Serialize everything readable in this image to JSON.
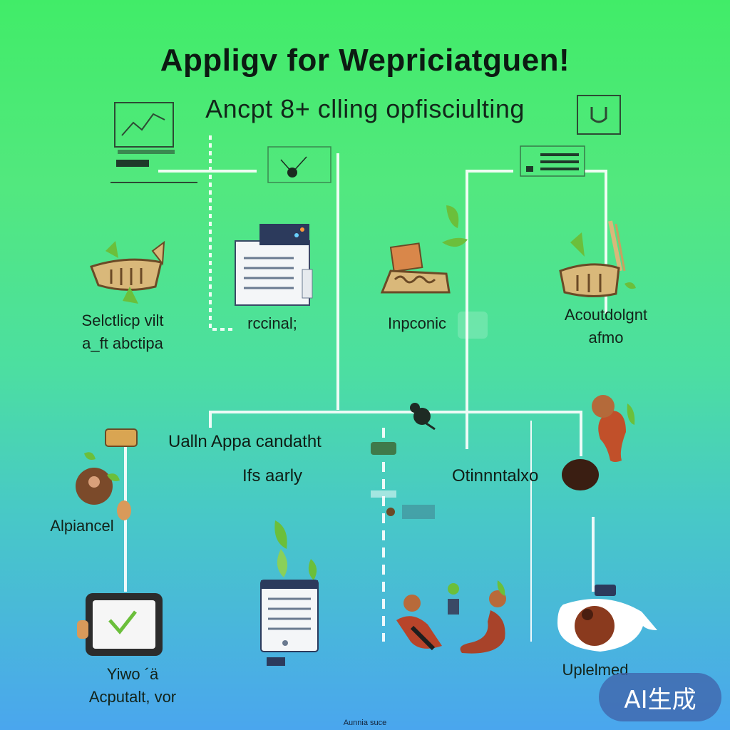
{
  "title": "Appligv for Wepriciatguen!",
  "subtitle": "Ancpt 8+ clling opfisciulting",
  "nodes": {
    "selection": {
      "line1": "Selctlicp vilt",
      "line2": "a_ft abctipa"
    },
    "processing": {
      "label": "rccinal;"
    },
    "inpconic": {
      "label": "Inpconic"
    },
    "acoutdolgnt": {
      "line1": "Acoutdolgnt",
      "line2": "afmo"
    }
  },
  "middle": {
    "line1": "Ualln Appa candatht",
    "line2": "Ifs aarly",
    "right": "Otinnntalxo"
  },
  "bottom": {
    "left_label": "Alpiancel",
    "card_line1": "Yiwo ´ä",
    "card_line2": "Acputalt, vor",
    "uploaded": "Uplelmed"
  },
  "footnote": "Aunnia suce",
  "badge": "AI生成",
  "colors": {
    "connector": "#ffffff",
    "dark_panel": "#2c3a5c",
    "tan": "#d9b87a",
    "brown": "#8b4a2b",
    "leaf": "#6bbf3b"
  }
}
